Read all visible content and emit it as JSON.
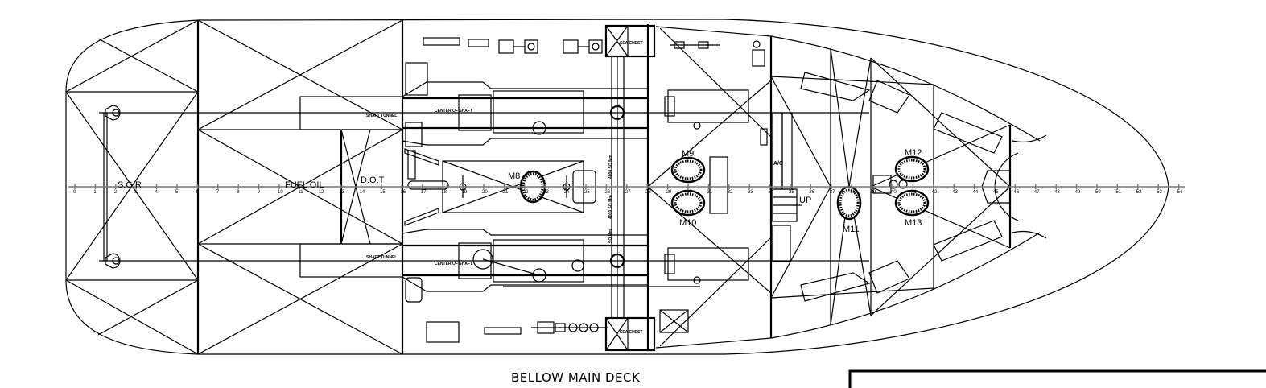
{
  "drawing": {
    "title": "BELLOW MAIN DECK",
    "compartments": {
      "sgr": "S.G.R",
      "fuel_oil": "FUEL OIL",
      "dot": "D.O.T",
      "shaft_tunnel_port": "SHAFT TUNNEL",
      "shaft_tunnel_stbd": "SHAFT TUNNEL",
      "center_shaft_port": "CENTER OF SHAFT",
      "center_shaft_stbd": "CENTER OF SHAFT",
      "sea_chest_top": "SEA CHEST",
      "sea_chest_bottom": "SEA CHEST",
      "ac": "A/C",
      "up": "UP",
      "pipe_note_1": "4000 SQ Mm",
      "pipe_note_2": "4000 SQ Mm",
      "pipe_note_3": "SQ Mm"
    },
    "manholes": [
      "M8",
      "M9",
      "M10",
      "M11",
      "M12",
      "M13"
    ],
    "frames": [
      "0",
      "1",
      "2",
      "3",
      "4",
      "5",
      "6",
      "7",
      "8",
      "9",
      "10",
      "11",
      "12",
      "13",
      "14",
      "15",
      "16",
      "17",
      "18",
      "19",
      "20",
      "21",
      "22",
      "23",
      "24",
      "25",
      "26",
      "27",
      "28",
      "29",
      "30",
      "31",
      "32",
      "33",
      "34",
      "35",
      "36",
      "37",
      "38",
      "39",
      "40",
      "41",
      "42",
      "43",
      "44",
      "45",
      "46",
      "47",
      "48",
      "49",
      "50",
      "51",
      "52",
      "53",
      "54"
    ]
  },
  "colors": {
    "line": "#000000",
    "centerline": "#777777",
    "background": "#ffffff"
  }
}
